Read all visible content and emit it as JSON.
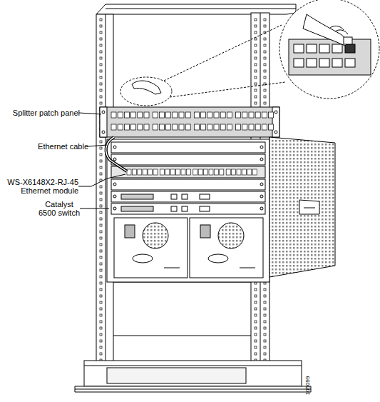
{
  "diagram": {
    "labels": [
      "Splitter patch panel",
      "Ethernet cable",
      "WS-X6148X2-RJ-45 Ethernet module",
      "Catalyst 6500 switch",
      "105099"
    ]
  }
}
